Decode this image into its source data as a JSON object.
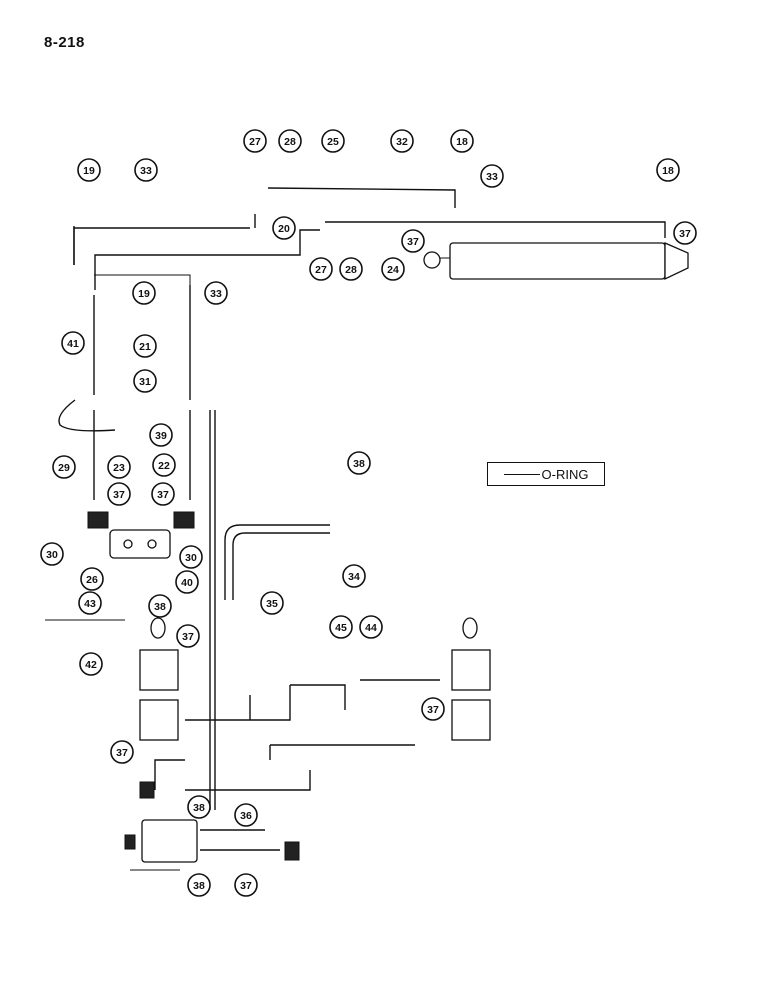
{
  "page": {
    "number": "8-218"
  },
  "legend": {
    "label": "O-RING"
  },
  "callouts": [
    {
      "id": "c19a",
      "label": "19"
    },
    {
      "id": "c33a",
      "label": "33"
    },
    {
      "id": "c27a",
      "label": "27"
    },
    {
      "id": "c28a",
      "label": "28"
    },
    {
      "id": "c25",
      "label": "25"
    },
    {
      "id": "c32",
      "label": "32"
    },
    {
      "id": "c18a",
      "label": "18"
    },
    {
      "id": "c33b",
      "label": "33"
    },
    {
      "id": "c18b",
      "label": "18"
    },
    {
      "id": "c37a",
      "label": "37"
    },
    {
      "id": "c37b",
      "label": "37"
    },
    {
      "id": "c20",
      "label": "20"
    },
    {
      "id": "c27b",
      "label": "27"
    },
    {
      "id": "c28b",
      "label": "28"
    },
    {
      "id": "c24",
      "label": "24"
    },
    {
      "id": "c19b",
      "label": "19"
    },
    {
      "id": "c33c",
      "label": "33"
    },
    {
      "id": "c41",
      "label": "41"
    },
    {
      "id": "c21",
      "label": "21"
    },
    {
      "id": "c31",
      "label": "31"
    },
    {
      "id": "c39",
      "label": "39"
    },
    {
      "id": "c29",
      "label": "29"
    },
    {
      "id": "c23",
      "label": "23"
    },
    {
      "id": "c22",
      "label": "22"
    },
    {
      "id": "c37c",
      "label": "37"
    },
    {
      "id": "c37d",
      "label": "37"
    },
    {
      "id": "c30a",
      "label": "30"
    },
    {
      "id": "c30b",
      "label": "30"
    },
    {
      "id": "c26",
      "label": "26"
    },
    {
      "id": "c40",
      "label": "40"
    },
    {
      "id": "c38a",
      "label": "38"
    },
    {
      "id": "c43",
      "label": "43"
    },
    {
      "id": "c42",
      "label": "42"
    },
    {
      "id": "c38b",
      "label": "38"
    },
    {
      "id": "c34",
      "label": "34"
    },
    {
      "id": "c35",
      "label": "35"
    },
    {
      "id": "c45",
      "label": "45"
    },
    {
      "id": "c44",
      "label": "44"
    },
    {
      "id": "c37e",
      "label": "37"
    },
    {
      "id": "c37f",
      "label": "37"
    },
    {
      "id": "c37g",
      "label": "37"
    },
    {
      "id": "c38c",
      "label": "38"
    },
    {
      "id": "c36",
      "label": "36"
    },
    {
      "id": "c38d",
      "label": "38"
    },
    {
      "id": "c37h",
      "label": "37"
    }
  ]
}
